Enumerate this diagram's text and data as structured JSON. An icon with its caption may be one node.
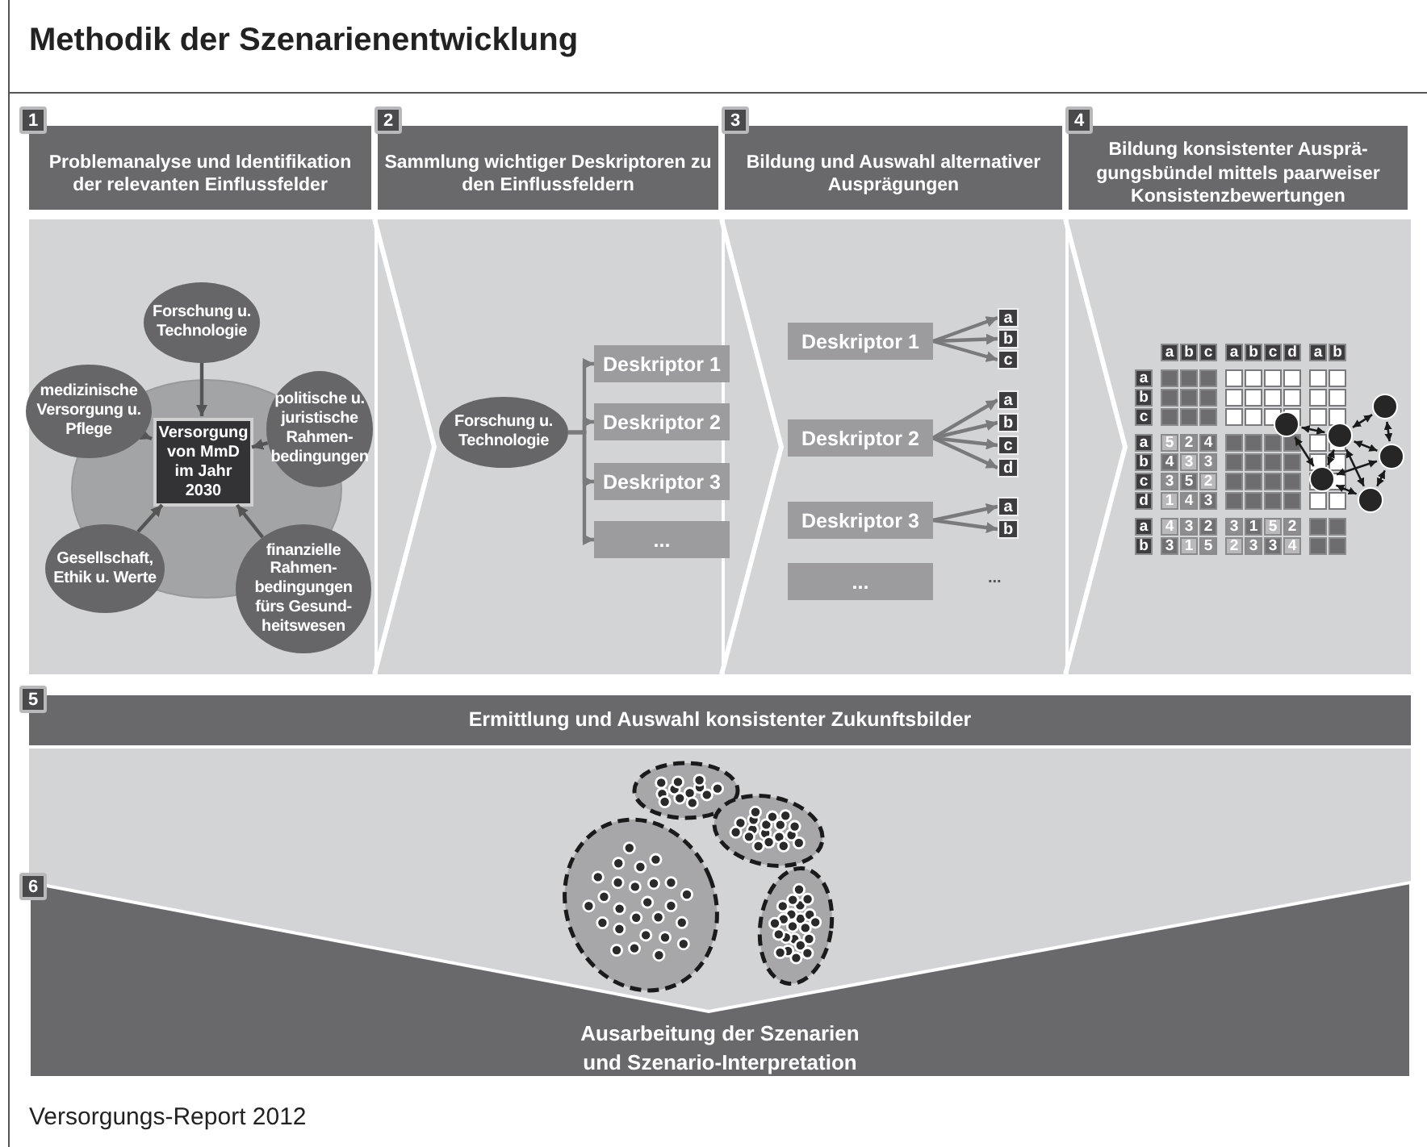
{
  "diagram": {
    "title": "Methodik der Szenarienentwicklung",
    "caption": "Versorgungs-Report 2012",
    "nodes": [
      {
        "text": [
          "1",
          "Problemanalyse und Identifikation der relevanten Einflussfelder"
        ]
      },
      {
        "text": [],
        "shape": "circle",
        "in": 0
      },
      {
        "text": [
          "Forschung u. Technologie"
        ],
        "in": 0
      },
      {
        "text": [
          "medizinische Versorgung u. Pflege"
        ],
        "in": 0
      },
      {
        "text": [
          "politische u. juristische Rahmen-bedingungen"
        ],
        "in": 0
      },
      {
        "text": [
          "Versorgung von MmD im Jahr 2030"
        ],
        "in": 1
      },
      {
        "text": [
          "Gesellschaft, Ethik u. Werte"
        ],
        "in": 0
      },
      {
        "text": [
          "finanzielle Rahmen-bedingungen fürs Gesund-heitswesen"
        ],
        "in": 0
      },
      {
        "text": [
          "2",
          "Sammlung wichtiger Deskriptoren zu den Einflussfeldern"
        ]
      },
      {
        "text": [
          "Forschung u. Technologie"
        ],
        "in": 8
      },
      {
        "text": [
          "Deskriptor 1"
        ],
        "in": 8
      },
      {
        "text": [
          "Deskriptor 2"
        ],
        "in": 8
      },
      {
        "text": [
          "Deskriptor 3"
        ],
        "in": 8
      },
      {
        "text": [
          "..."
        ],
        "in": 8
      },
      {
        "text": [
          "3",
          "Bildung und Auswahl alternativer Ausprägungen"
        ]
      },
      {
        "text": [
          "Deskriptor 1"
        ],
        "in": 14
      },
      {
        "text": [
          "a"
        ],
        "in": 14
      },
      {
        "text": [
          "b"
        ],
        "in": 14
      },
      {
        "text": [
          "c"
        ],
        "in": 14
      },
      {
        "text": [
          "Deskriptor 2"
        ],
        "in": 14
      },
      {
        "text": [
          "a"
        ],
        "in": 14
      },
      {
        "text": [
          "b"
        ],
        "in": 14
      },
      {
        "text": [
          "c"
        ],
        "in": 14
      },
      {
        "text": [
          "d"
        ],
        "in": 14
      },
      {
        "text": [
          "Deskriptor 3"
        ],
        "in": 14
      },
      {
        "text": [
          "a"
        ],
        "in": 14
      },
      {
        "text": [
          "b"
        ],
        "in": 14
      },
      {
        "text": [
          "..."
        ],
        "in": 14,
        "beside": [
          "..."
        ]
      },
      {
        "text": [
          "4",
          "Bildung konsistenter Ausprä-gungsbündel mittels paarweiser Konsistenzbewertungen"
        ]
      },
      {
        "text": [],
        "shape": "circle",
        "in": 28
      },
      {
        "text": [],
        "shape": "circle",
        "in": 28
      },
      {
        "text": [],
        "shape": "circle",
        "in": 28
      },
      {
        "text": [],
        "shape": "circle",
        "in": 28
      },
      {
        "text": [],
        "shape": "circle",
        "in": 28
      },
      {
        "text": [],
        "shape": "circle",
        "in": 28
      },
      {
        "text": [
          "5",
          "Ermittlung und Auswahl konsistenter Zukunftsbilder"
        ]
      },
      {
        "text": [
          "6",
          "Ausarbeitung der Szenarien und Szenario-Interpretation"
        ]
      }
    ],
    "edges": [
      {
        "from": 2,
        "to": 5,
        "arrow": "to",
        "color": "#555555"
      },
      {
        "from": 3,
        "to": 5,
        "arrow": "to",
        "color": "#555555"
      },
      {
        "from": 4,
        "to": 5,
        "arrow": "to",
        "color": "#555555"
      },
      {
        "from": 6,
        "to": 5,
        "arrow": "to",
        "color": "#555555"
      },
      {
        "from": 7,
        "to": 5,
        "arrow": "to",
        "color": "#555555"
      },
      {
        "from": 9,
        "to": 10,
        "arrow": "to"
      },
      {
        "from": 9,
        "to": 11,
        "arrow": "to"
      },
      {
        "from": 9,
        "to": 12,
        "arrow": "to"
      },
      {
        "from": 9,
        "to": 13,
        "arrow": "to"
      },
      {
        "from": 15,
        "to": 16,
        "arrow": "to"
      },
      {
        "from": 15,
        "to": 17,
        "arrow": "to"
      },
      {
        "from": 15,
        "to": 18,
        "arrow": "to"
      },
      {
        "from": 19,
        "to": 20,
        "arrow": "to"
      },
      {
        "from": 19,
        "to": 21,
        "arrow": "to"
      },
      {
        "from": 19,
        "to": 22,
        "arrow": "to"
      },
      {
        "from": 19,
        "to": 23,
        "arrow": "to"
      },
      {
        "from": 24,
        "to": 25,
        "arrow": "to"
      },
      {
        "from": 24,
        "to": 26,
        "arrow": "to"
      },
      {
        "from": 29,
        "to": 30,
        "arrow": "both",
        "color": "#1a1a1a"
      },
      {
        "from": 29,
        "to": 33,
        "arrow": "both",
        "color": "#1a1a1a"
      },
      {
        "from": 30,
        "to": 31,
        "arrow": "both",
        "color": "#1a1a1a"
      },
      {
        "from": 30,
        "to": 33,
        "arrow": "both",
        "color": "#1a1a1a"
      },
      {
        "from": 30,
        "to": 32,
        "arrow": "both",
        "color": "#1a1a1a"
      },
      {
        "from": 30,
        "to": 34,
        "arrow": "both",
        "color": "#1a1a1a"
      },
      {
        "from": 31,
        "to": 32,
        "arrow": "both",
        "color": "#1a1a1a"
      },
      {
        "from": 32,
        "to": 33,
        "arrow": "both",
        "color": "#1a1a1a"
      },
      {
        "from": 32,
        "to": 34,
        "arrow": "both",
        "color": "#1a1a1a"
      },
      {
        "from": 33,
        "to": 34,
        "arrow": "both",
        "color": "#1a1a1a"
      }
    ],
    "labels": [
      "a",
      "b",
      "c",
      "a",
      "b",
      "c",
      "d",
      "a",
      "b",
      "a",
      "b",
      "c",
      "a",
      "5",
      "2",
      "4",
      "b",
      "4",
      "3",
      "3",
      "c",
      "3",
      "5",
      "2",
      "d",
      "1",
      "4",
      "3",
      "a",
      "4",
      "3",
      "2",
      "3",
      "1",
      "5",
      "2",
      "b",
      "3",
      "1",
      "5",
      "2",
      "3",
      "3",
      "4"
    ]
  }
}
